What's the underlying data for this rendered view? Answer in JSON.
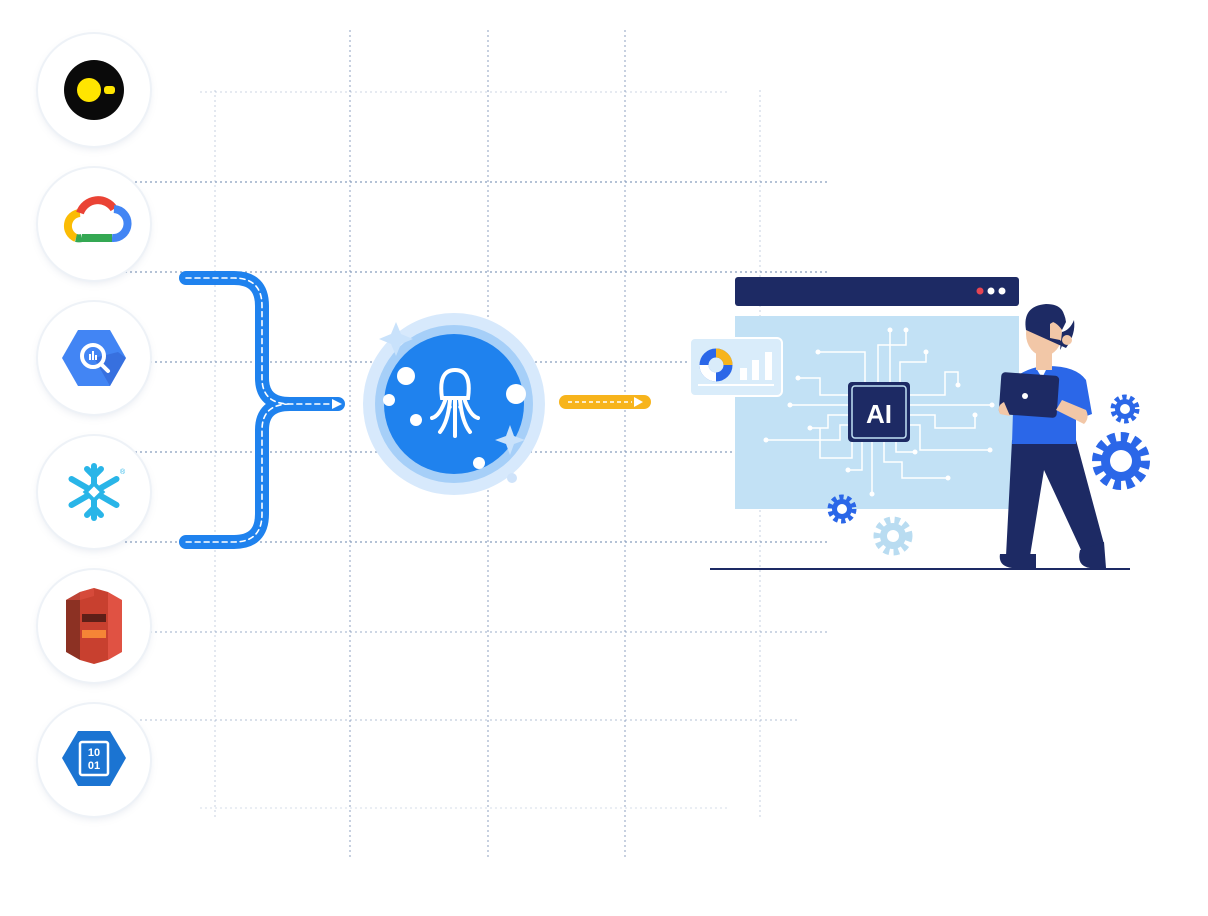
{
  "sources": [
    {
      "name": "dark-circle-logo-icon"
    },
    {
      "name": "google-cloud-icon"
    },
    {
      "name": "bigquery-icon"
    },
    {
      "name": "snowflake-icon"
    },
    {
      "name": "amazon-s3-icon"
    },
    {
      "name": "azure-blob-storage-icon",
      "label_line1": "10",
      "label_line2": "01"
    }
  ],
  "hub": {
    "icon": "octopus-icon"
  },
  "dashboard": {
    "label": "AI"
  },
  "colors": {
    "brand_blue": "#1f82ee",
    "arrow_yellow": "#f7b41c",
    "navy": "#1d2a64",
    "panel": "#c2e1f5",
    "gear_blue": "#2b67e8",
    "gear_light": "#b9dcf1",
    "grid": "#6f8ab0"
  }
}
